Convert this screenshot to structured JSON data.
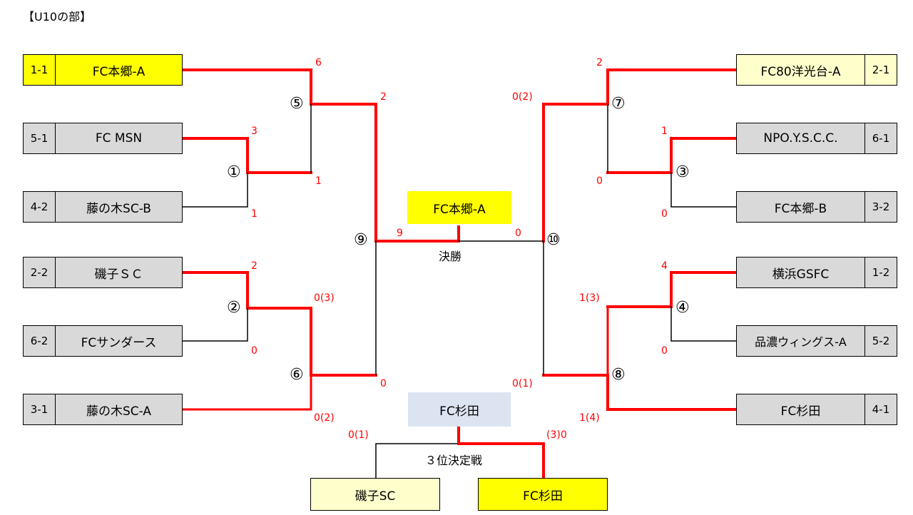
{
  "title": "【U10の部】",
  "teams": {
    "l1": {
      "seed": "1-1",
      "name": "FC本郷-A"
    },
    "l2": {
      "seed": "5-1",
      "name": "FC MSN"
    },
    "l3": {
      "seed": "4-2",
      "name": "藤の木SC-B"
    },
    "l4": {
      "seed": "2-2",
      "name": "磯子ＳＣ"
    },
    "l5": {
      "seed": "6-2",
      "name": "FCサンダース"
    },
    "l6": {
      "seed": "3-1",
      "name": "藤の木SC-A"
    },
    "r1": {
      "seed": "2-1",
      "name": "FC80洋光台-A"
    },
    "r2": {
      "seed": "6-1",
      "name": "NPO.Y.S.C.C."
    },
    "r3": {
      "seed": "3-2",
      "name": "FC本郷-B"
    },
    "r4": {
      "seed": "1-2",
      "name": "横浜GSFC"
    },
    "r5": {
      "seed": "5-2",
      "name": "品濃ウィングス-A"
    },
    "r6": {
      "seed": "4-1",
      "name": "FC杉田"
    }
  },
  "matches": {
    "m1": "①",
    "m2": "②",
    "m3": "③",
    "m4": "④",
    "m5": "⑤",
    "m6": "⑥",
    "m7": "⑦",
    "m8": "⑧",
    "m9": "⑨",
    "m10": "⑩"
  },
  "scores": {
    "l1": "6",
    "l2": "3",
    "l3": "1",
    "m1_out": "1",
    "l4": "2",
    "l5": "0",
    "m2_out": "0(3)",
    "l6": "0(2)",
    "m5_out": "2",
    "m6_out": "0",
    "r1": "2",
    "r2": "1",
    "r3": "0",
    "m3_out": "0",
    "r4": "4",
    "r5": "0",
    "m4_out": "1(3)",
    "r6": "1(4)",
    "m7_out": "0(2)",
    "m8_out": "0(1)",
    "final_left": "9",
    "final_right": "0",
    "third_left": "0(1)",
    "third_right": "(3)0"
  },
  "final": {
    "champion": "FC本郷-A",
    "label": "決勝"
  },
  "third_place": {
    "winner": "FC杉田",
    "label": "３位決定戦",
    "left_team": "磯子SC",
    "right_team": "FC杉田"
  },
  "colors": {
    "win_line": "#ff0000",
    "lose_line": "#000000",
    "score_text": "#ff0000",
    "team_box": "#d9d9d9",
    "champion": "#ffff00",
    "cream": "#ffffcc",
    "third_winner_box": "#dce3f1"
  }
}
